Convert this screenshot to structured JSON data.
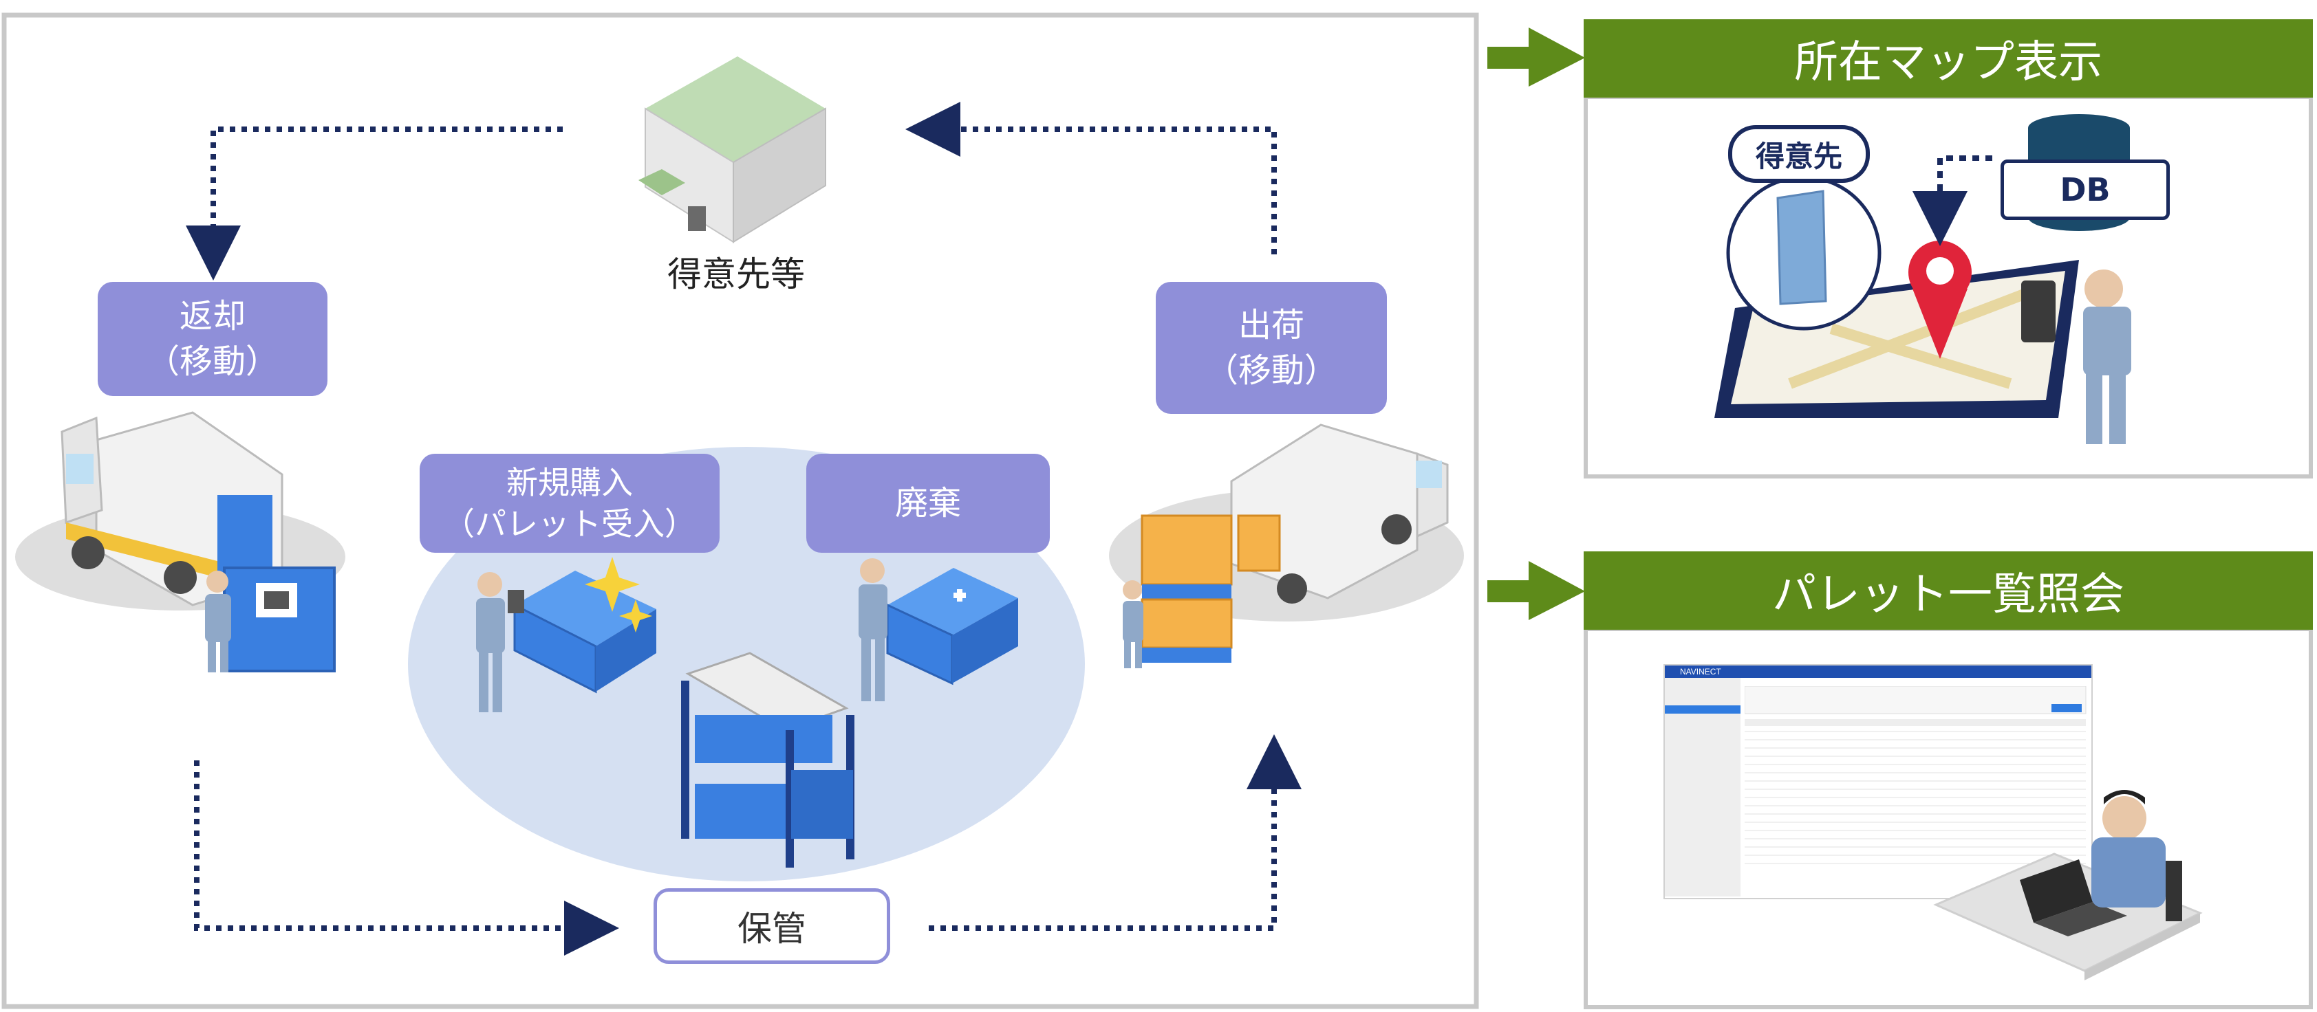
{
  "cycle": {
    "customer_label": "得意先等",
    "return_label": "返却\n（移動）",
    "ship_label": "出荷\n（移動）",
    "new_purchase_label": "新規購入\n（パレット受入）",
    "disposal_label": "廃棄",
    "storage_label": "保管"
  },
  "features": [
    {
      "title": "所在マップ表示",
      "customer_tag": "得意先",
      "db_tag": "DB"
    },
    {
      "title": "パレット一覧照会",
      "app_brand": "NAVINECT"
    }
  ],
  "colors": {
    "label_purple": "#8f8fd9",
    "banner_green": "#5e8b1a",
    "arrow_navy": "#1a2a5e",
    "pallet_blue": "#3a7fe0",
    "ellipse_blue": "#d5e0f2"
  }
}
